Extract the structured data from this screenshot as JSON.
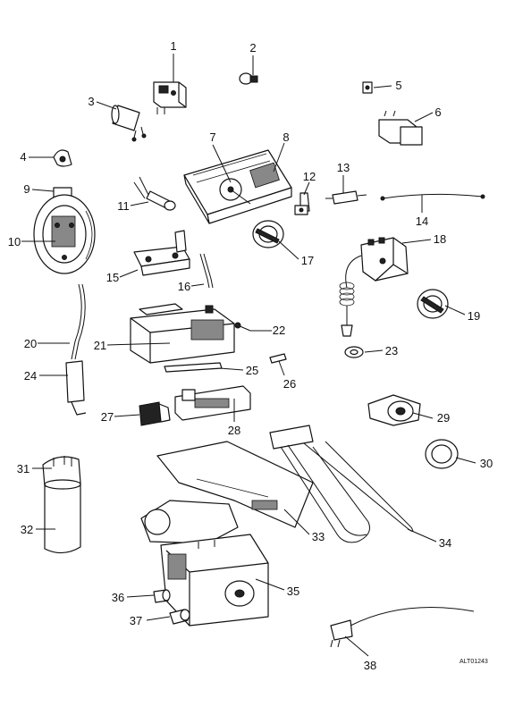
{
  "labels": {
    "l1": "1",
    "l2": "2",
    "l3": "3",
    "l4": "4",
    "l5": "5",
    "l6": "6",
    "l7": "7",
    "l8": "8",
    "l9": "9",
    "l10": "10",
    "l11": "11",
    "l12": "12",
    "l13": "13",
    "l14": "14",
    "l15": "15",
    "l16": "16",
    "l17": "17",
    "l18": "18",
    "l19": "19",
    "l20": "20",
    "l21": "21",
    "l22": "22",
    "l23": "23",
    "l24": "24",
    "l25": "25",
    "l26": "26",
    "l27": "27",
    "l28": "28",
    "l29": "29",
    "l30": "30",
    "l31": "31",
    "l32": "32",
    "l33": "33",
    "l34": "34",
    "l35": "35",
    "l36": "36",
    "l37": "37",
    "l38": "38"
  },
  "drawing_code": "ALT01243"
}
